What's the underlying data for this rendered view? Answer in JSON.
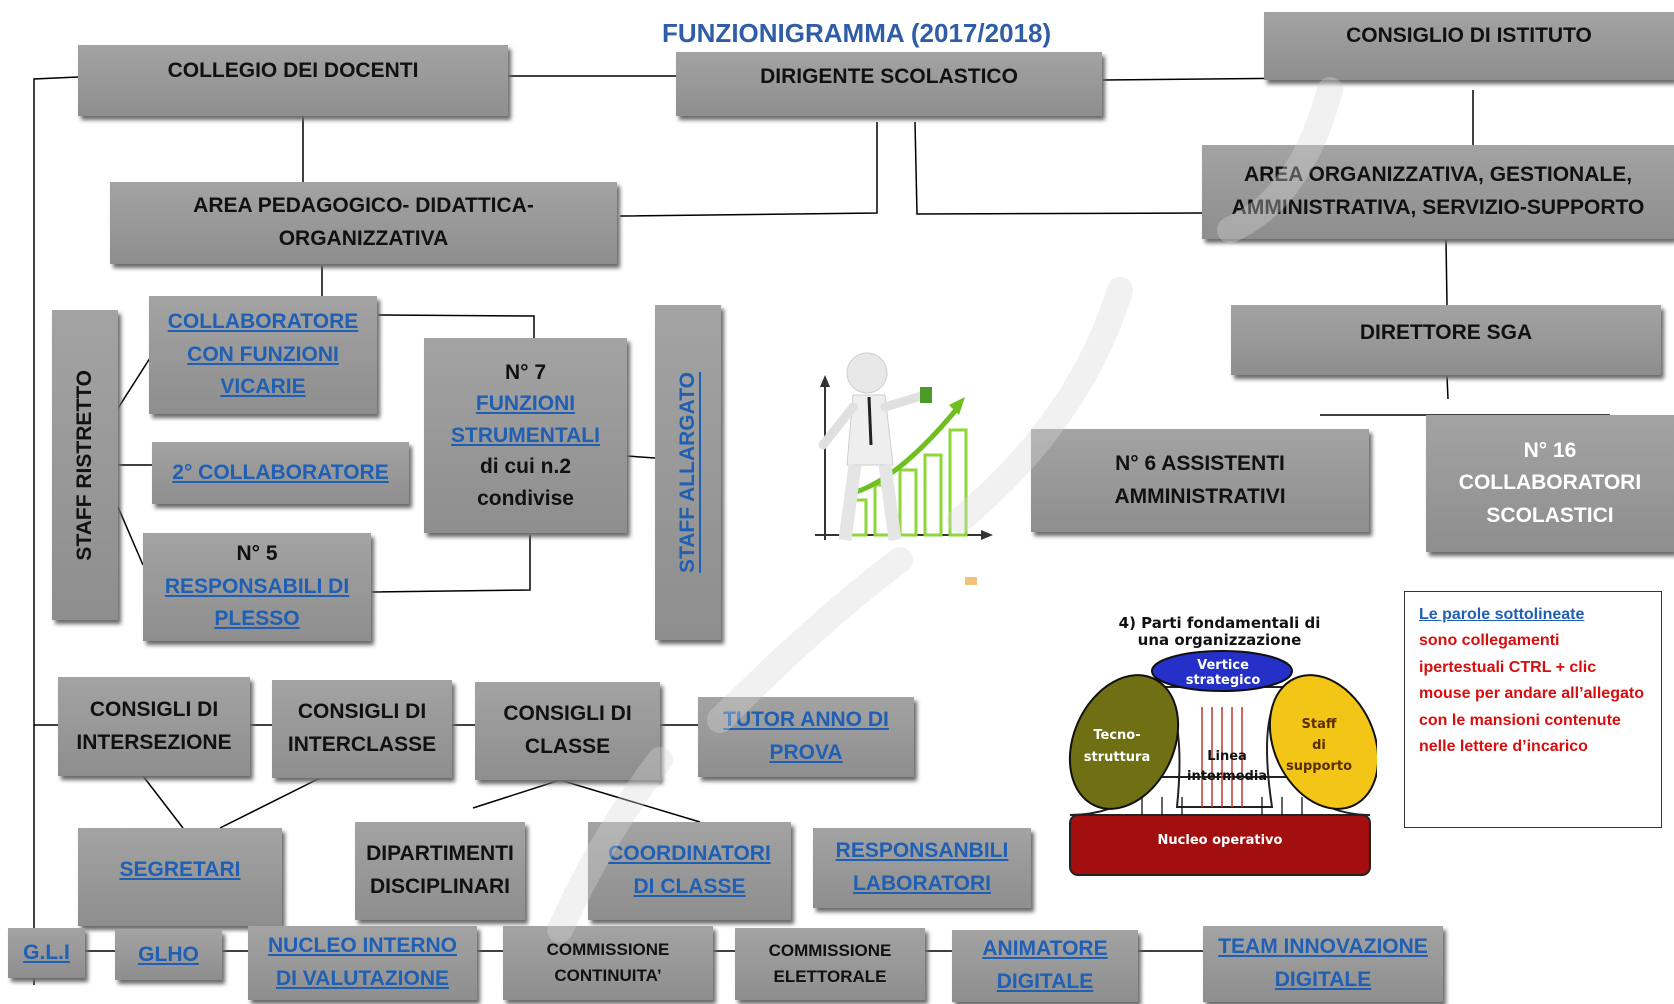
{
  "title": "FUNZIONIGRAMMA (2017/2018)",
  "boxes": {
    "collegio": "COLLEGIO DEI DOCENTI",
    "dirigente": "DIRIGENTE SCOLASTICO",
    "consiglio_istituto": "CONSIGLIO DI ISTITUTO",
    "area_pedagogica": [
      "AREA PEDAGOGICO- DIDATTICA-",
      "ORGANIZZATIVA"
    ],
    "area_organizzativa": [
      "AREA ORGANIZZATIVA, GESTIONALE,",
      "AMMINISTRATIVA, SERVIZIO-SUPPORTO"
    ],
    "staff_ristretto": "STAFF RISTRETTO",
    "collaboratore_vicario": [
      "COLLABORATORE",
      "CON FUNZIONI",
      "VICARIE"
    ],
    "secondo_collaboratore": "2° COLLABORATORE",
    "responsabili_plesso": [
      "N° 5",
      "RESPONSABILI DI",
      "PLESSO"
    ],
    "funzioni_strumentali": [
      "N° 7",
      "FUNZIONI",
      "STRUMENTALI",
      "di cui n.2",
      "condivise"
    ],
    "staff_allargato": "STAFF ALLARGATO",
    "direttore_sga": "DIRETTORE SGA",
    "assistenti": [
      "N° 6 ASSISTENTI",
      "AMMINISTRATIVI"
    ],
    "collaboratori_scolastici": [
      "N° 16",
      "COLLABORATORI",
      "SCOLASTICI"
    ],
    "consigli_intersezione": [
      "CONSIGLI DI",
      "INTERSEZIONE"
    ],
    "consigli_interclasse": [
      "CONSIGLI DI",
      "INTERCLASSE"
    ],
    "consigli_classe": [
      "CONSIGLI DI",
      "CLASSE"
    ],
    "tutor": [
      "TUTOR ANNO DI",
      "PROVA"
    ],
    "segretari": "SEGRETARI",
    "dipartimenti": [
      "DIPARTIMENTI",
      "DISCIPLINARI"
    ],
    "coordinatori": [
      "COORDINATORI",
      "DI CLASSE"
    ],
    "responsabili_lab": [
      "RESPONSANBILI",
      "LABORATORI"
    ],
    "gli": "G.L.I",
    "glho": "GLHO",
    "nucleo": [
      "NUCLEO INTERNO",
      "DI VALUTAZIONE"
    ],
    "commissione_continuita": [
      "COMMISSIONE",
      "CONTINUITA’"
    ],
    "commissione_elettorale": [
      "COMMISSIONE",
      "ELETTORALE"
    ],
    "animatore": [
      "ANIMATORE",
      "DIGITALE"
    ],
    "team_innovazione": [
      "TEAM INNOVAZIONE",
      "DIGITALE"
    ]
  },
  "note": {
    "link_text": "Le parole sottolineate",
    "body": "sono collegamenti ipertestuali CTRL + clic mouse per andare all’allegato con le mansioni contenute nelle lettere d’incarico"
  },
  "org_figure": {
    "heading": [
      "4) Parti fondamentali di",
      "una organizzazione"
    ],
    "vertice": [
      "Vertice",
      "strategico"
    ],
    "tecnostruttura": [
      "Tecno-",
      "struttura"
    ],
    "linea": [
      "Linea",
      "intermedia"
    ],
    "staff": [
      "Staff",
      "di",
      "supporto"
    ],
    "nucleo": "Nucleo operativo"
  },
  "colors": {
    "box": "#999999",
    "link": "#1f5fb4",
    "title": "#2f5da8",
    "note_text": "#d80e0e"
  }
}
